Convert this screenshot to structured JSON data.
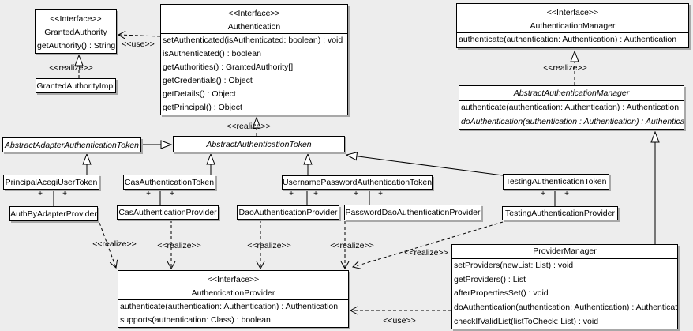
{
  "labels": {
    "realize": "<<realize>>",
    "use": "<<use>>",
    "plus": "+"
  },
  "colors": {
    "background": "#ededed",
    "box_fill": "#ffffff",
    "line": "#000000",
    "shadow": "#a8a8a8"
  },
  "classes": {
    "granted_authority": {
      "stereotype": "<<Interface>>",
      "name": "GrantedAuthority",
      "members": [
        "getAuthority() : String"
      ]
    },
    "granted_authority_impl": {
      "name": "GrantedAuthorityImpl"
    },
    "authentication": {
      "stereotype": "<<Interface>>",
      "name": "Authentication",
      "members": [
        "setAuthenticated(isAuthenticated: boolean) : void",
        "isAuthenticated() : boolean",
        "getAuthorities() : GrantedAuthority[]",
        "getCredentials() : Object",
        "getDetails() : Object",
        "getPrincipal() : Object"
      ]
    },
    "authentication_manager": {
      "stereotype": "<<Interface>>",
      "name": "AuthenticationManager",
      "members": [
        "authenticate(authentication: Authentication) : Authentication"
      ]
    },
    "abstract_authentication_manager": {
      "name": "AbstractAuthenticationManager",
      "members": [
        "authenticate(authentication: Authentication) : Authentication",
        "doAuthentication(authentication : Authentication) : Authentication"
      ]
    },
    "abstract_adapter_authentication_token": {
      "name": "AbstractAdapterAuthenticationToken"
    },
    "abstract_authentication_token": {
      "name": "AbstractAuthenticationToken"
    },
    "principal_acegi_user_token": {
      "name": "PrincipalAcegiUserToken"
    },
    "auth_by_adapter_provider": {
      "name": "AuthByAdapterProvider"
    },
    "cas_authentication_token": {
      "name": "CasAuthenticationToken"
    },
    "cas_authentication_provider": {
      "name": "CasAuthenticationProvider"
    },
    "username_password_authentication_token": {
      "name": "UsernamePasswordAuthenticationToken"
    },
    "dao_authentication_provider": {
      "name": "DaoAuthenticationProvider"
    },
    "password_dao_authentication_provider": {
      "name": "PasswordDaoAuthenticationProvider"
    },
    "testing_authentication_token": {
      "name": "TestingAuthenticationToken"
    },
    "testing_authentication_provider": {
      "name": "TestingAuthenticationProvider"
    },
    "authentication_provider": {
      "stereotype": "<<Interface>>",
      "name": "AuthenticationProvider",
      "members": [
        "authenticate(authentication: Authentication) : Authentication",
        "supports(authentication: Class) : boolean"
      ]
    },
    "provider_manager": {
      "name": "ProviderManager",
      "members": [
        "setProviders(newList: List) : void",
        "getProviders() : List",
        "afterPropertiesSet() : void",
        "doAuthentication(authentication: Authentication) : Authentication",
        "checkIfValidList(listToCheck: List) : void"
      ]
    }
  }
}
